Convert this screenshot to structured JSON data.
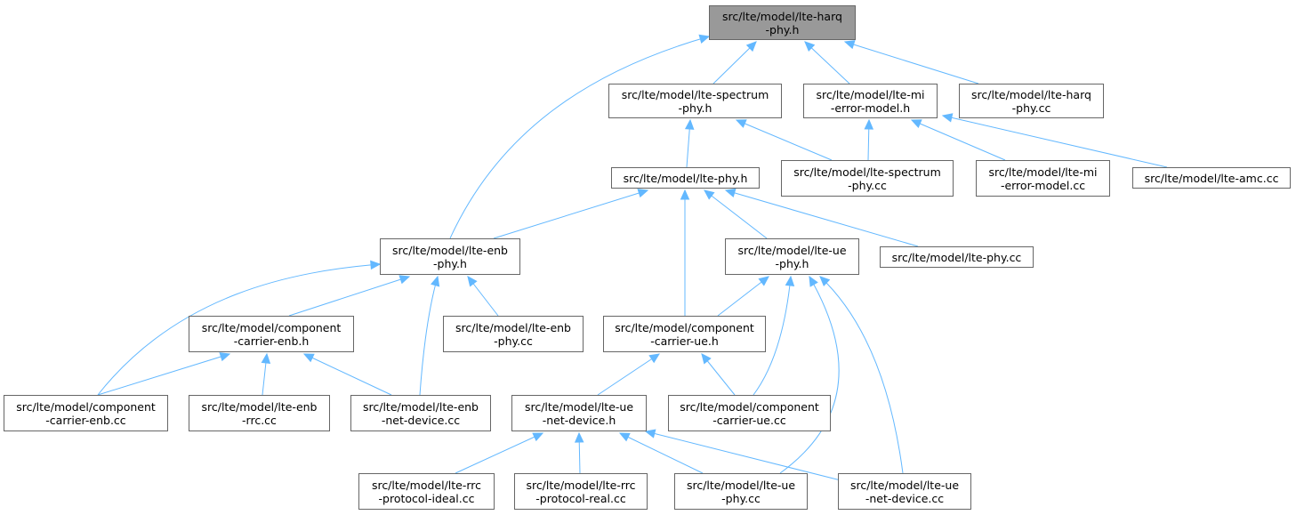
{
  "graph": {
    "root": "lte_harq_phy_h",
    "colors": {
      "edge": "#63b8ff",
      "node_border": "#666666",
      "root_fill": "#999999",
      "node_fill": "#ffffff"
    },
    "nodes": {
      "lte_harq_phy_h": {
        "line1": "src/lte/model/lte-harq",
        "line2": "-phy.h"
      },
      "lte_spectrum_phy_h": {
        "line1": "src/lte/model/lte-spectrum",
        "line2": "-phy.h"
      },
      "lte_mi_error_model_h": {
        "line1": "src/lte/model/lte-mi",
        "line2": "-error-model.h"
      },
      "lte_harq_phy_cc": {
        "line1": "src/lte/model/lte-harq",
        "line2": "-phy.cc"
      },
      "lte_phy_h": {
        "line1": "src/lte/model/lte-phy.h",
        "line2": ""
      },
      "lte_spectrum_phy_cc": {
        "line1": "src/lte/model/lte-spectrum",
        "line2": "-phy.cc"
      },
      "lte_mi_error_model_cc": {
        "line1": "src/lte/model/lte-mi",
        "line2": "-error-model.cc"
      },
      "lte_amc_cc": {
        "line1": "src/lte/model/lte-amc.cc",
        "line2": ""
      },
      "lte_enb_phy_h": {
        "line1": "src/lte/model/lte-enb",
        "line2": "-phy.h"
      },
      "lte_ue_phy_h": {
        "line1": "src/lte/model/lte-ue",
        "line2": "-phy.h"
      },
      "lte_phy_cc": {
        "line1": "src/lte/model/lte-phy.cc",
        "line2": ""
      },
      "component_carrier_enb_h": {
        "line1": "src/lte/model/component",
        "line2": "-carrier-enb.h"
      },
      "lte_enb_phy_cc": {
        "line1": "src/lte/model/lte-enb",
        "line2": "-phy.cc"
      },
      "component_carrier_ue_h": {
        "line1": "src/lte/model/component",
        "line2": "-carrier-ue.h"
      },
      "component_carrier_enb_cc": {
        "line1": "src/lte/model/component",
        "line2": "-carrier-enb.cc"
      },
      "lte_enb_rrc_cc": {
        "line1": "src/lte/model/lte-enb",
        "line2": "-rrc.cc"
      },
      "lte_enb_net_device_cc": {
        "line1": "src/lte/model/lte-enb",
        "line2": "-net-device.cc"
      },
      "lte_ue_net_device_h": {
        "line1": "src/lte/model/lte-ue",
        "line2": "-net-device.h"
      },
      "component_carrier_ue_cc": {
        "line1": "src/lte/model/component",
        "line2": "-carrier-ue.cc"
      },
      "lte_rrc_protocol_ideal_cc": {
        "line1": "src/lte/model/lte-rrc",
        "line2": "-protocol-ideal.cc"
      },
      "lte_rrc_protocol_real_cc": {
        "line1": "src/lte/model/lte-rrc",
        "line2": "-protocol-real.cc"
      },
      "lte_ue_phy_cc": {
        "line1": "src/lte/model/lte-ue",
        "line2": "-phy.cc"
      },
      "lte_ue_net_device_cc": {
        "line1": "src/lte/model/lte-ue",
        "line2": "-net-device.cc"
      }
    },
    "edges": [
      [
        "lte_harq_phy_h",
        "lte_enb_phy_h"
      ],
      [
        "lte_harq_phy_h",
        "lte_spectrum_phy_h"
      ],
      [
        "lte_harq_phy_h",
        "lte_mi_error_model_h"
      ],
      [
        "lte_harq_phy_h",
        "lte_harq_phy_cc"
      ],
      [
        "lte_spectrum_phy_h",
        "lte_phy_h"
      ],
      [
        "lte_spectrum_phy_h",
        "lte_spectrum_phy_cc"
      ],
      [
        "lte_mi_error_model_h",
        "lte_spectrum_phy_cc"
      ],
      [
        "lte_mi_error_model_h",
        "lte_mi_error_model_cc"
      ],
      [
        "lte_mi_error_model_h",
        "lte_amc_cc"
      ],
      [
        "lte_phy_h",
        "lte_enb_phy_h"
      ],
      [
        "lte_phy_h",
        "component_carrier_ue_h"
      ],
      [
        "lte_phy_h",
        "lte_ue_phy_h"
      ],
      [
        "lte_phy_h",
        "lte_phy_cc"
      ],
      [
        "lte_enb_phy_h",
        "component_carrier_enb_cc"
      ],
      [
        "lte_enb_phy_h",
        "component_carrier_enb_h"
      ],
      [
        "lte_enb_phy_h",
        "lte_enb_net_device_cc"
      ],
      [
        "lte_enb_phy_h",
        "lte_enb_phy_cc"
      ],
      [
        "lte_ue_phy_h",
        "component_carrier_ue_h"
      ],
      [
        "lte_ue_phy_h",
        "component_carrier_ue_cc"
      ],
      [
        "lte_ue_phy_h",
        "lte_ue_phy_cc"
      ],
      [
        "lte_ue_phy_h",
        "lte_ue_net_device_cc"
      ],
      [
        "component_carrier_enb_h",
        "component_carrier_enb_cc"
      ],
      [
        "component_carrier_enb_h",
        "lte_enb_rrc_cc"
      ],
      [
        "component_carrier_enb_h",
        "lte_enb_net_device_cc"
      ],
      [
        "component_carrier_ue_h",
        "lte_ue_net_device_h"
      ],
      [
        "component_carrier_ue_h",
        "component_carrier_ue_cc"
      ],
      [
        "lte_ue_net_device_h",
        "lte_rrc_protocol_ideal_cc"
      ],
      [
        "lte_ue_net_device_h",
        "lte_rrc_protocol_real_cc"
      ],
      [
        "lte_ue_net_device_h",
        "lte_ue_phy_cc"
      ],
      [
        "lte_ue_net_device_h",
        "lte_ue_net_device_cc"
      ]
    ]
  }
}
